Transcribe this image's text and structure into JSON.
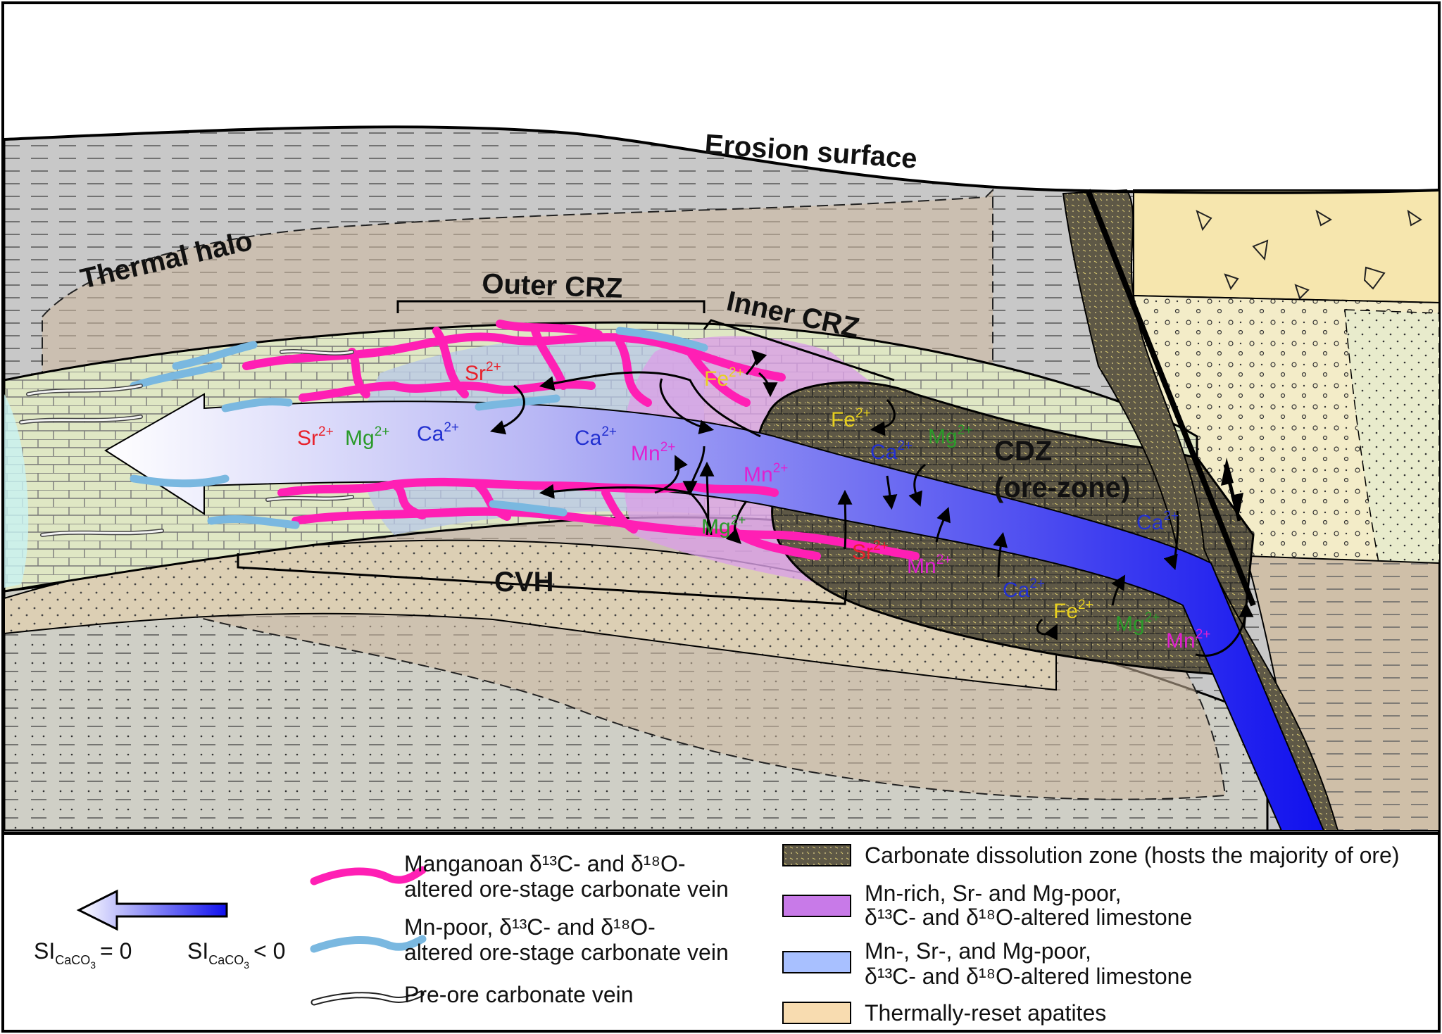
{
  "labels": {
    "erosion_surface": "Erosion surface",
    "thermal_halo": "Thermal halo",
    "outer_crz": "Outer CRZ",
    "inner_crz": "Inner CRZ",
    "cdz_line1": "CDZ",
    "cdz_line2": "(ore-zone)",
    "cvh": "CVH"
  },
  "ions": {
    "sr": "Sr",
    "mg": "Mg",
    "ca": "Ca",
    "mn": "Mn",
    "fe": "Fe",
    "charge": "2+"
  },
  "legend": {
    "si_base": "SI",
    "si_sub_a": "CaCO",
    "si_sub_b": "3",
    "si_eq": "= 0",
    "si_lt": "< 0",
    "vein_mn_l1": "Manganoan δ¹³C- and δ¹⁸O-",
    "vein_mn_l2": "altered ore-stage carbonate vein",
    "vein_poor_l1": "Mn-poor, δ¹³C- and δ¹⁸O-",
    "vein_poor_l2": "altered ore-stage carbonate vein",
    "vein_pre": "Pre-ore carbonate vein",
    "cdz_item": "Carbonate dissolution zone (hosts the majority of ore)",
    "mnrich_l1": "Mn-rich, Sr- and Mg-poor,",
    "mnrich_l2": "δ¹³C- and δ¹⁸O-altered limestone",
    "mnpoor_l1": "Mn-, Sr-, and Mg-poor,",
    "mnpoor_l2": "δ¹³C- and δ¹⁸O-altered limestone",
    "apatite": "Thermally-reset apatites"
  },
  "colors": {
    "sr": "#e8202a",
    "mg": "#2a9a2a",
    "ca": "#2230d0",
    "mn": "#e020d0",
    "fe": "#e8d020",
    "vein_mn": "#ff1fb4",
    "vein_poor": "#7ab8e0",
    "cdz": "#5a5444",
    "mnrich": "#c87ae8",
    "mnpoor": "#a8c0ff",
    "apatite": "#f8dcb0",
    "flow": "#1010ee"
  }
}
